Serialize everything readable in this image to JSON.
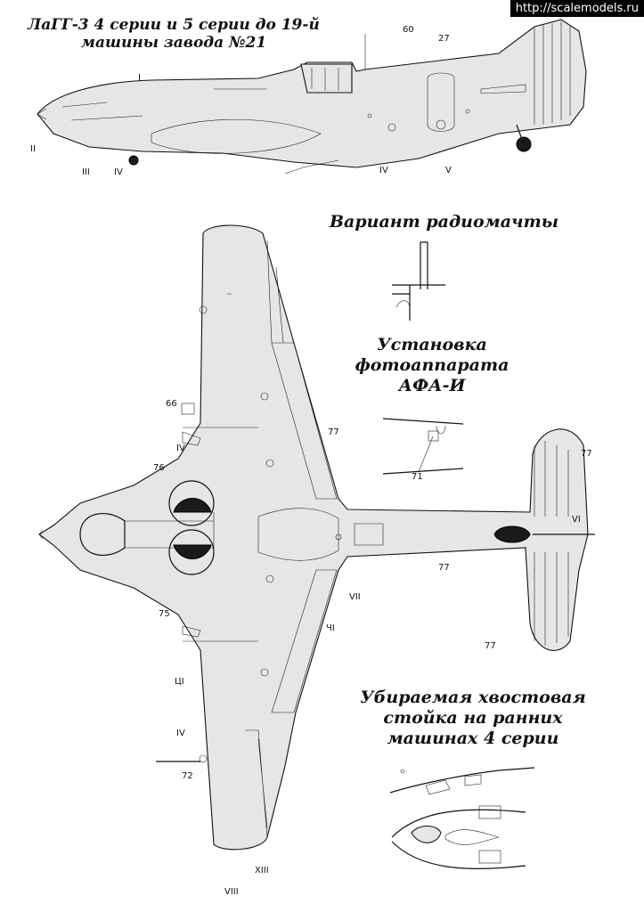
{
  "watermark": "http://scalemodels.ru",
  "headings": {
    "main_line1": "ЛаГГ-3  4 серии и 5 серии до 19-й",
    "main_line2": "машины завода №21",
    "radio_mast": "Вариант радиомачты",
    "camera_line1": "Установка",
    "camera_line2": "фотоаппарата",
    "camera_line3": "АФА-И",
    "tailwheel_line1": "Убираемая хвостовая",
    "tailwheel_line2": "стойка на ранних",
    "tailwheel_line3": "машинах 4 серии"
  },
  "side_view_labels": {
    "l60": "60",
    "l27": "27",
    "lI": "I",
    "lII": "II",
    "lIII": "III",
    "lIV_a": "IV",
    "lIV_b": "IV",
    "lV": "V"
  },
  "plan_view_labels": {
    "l66": "66",
    "l76": "76",
    "lIV_top": "IV",
    "l77_wing": "77",
    "l77_tail_top": "77",
    "lVI": "VI",
    "l77_tail_left": "77",
    "l77_tail_bottom": "77",
    "l75": "75",
    "lVII": "VII",
    "lChI": "ЧI",
    "lChI_left": "ЦI",
    "lIV_bottom": "IV",
    "l72": "72",
    "lVIII": "VIII",
    "lXIII": "XIII"
  },
  "camera_labels": {
    "l71": "71"
  }
}
